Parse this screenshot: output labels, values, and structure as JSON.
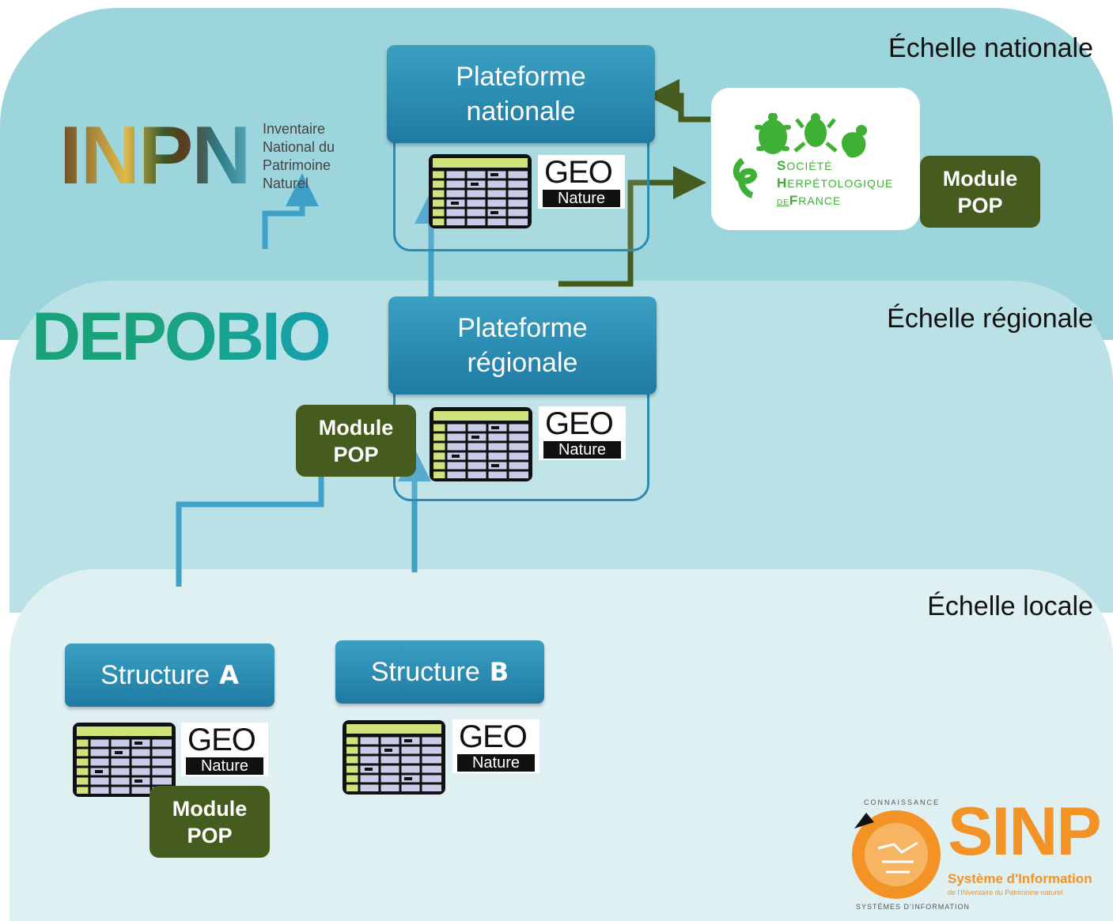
{
  "scales": {
    "national": "Échelle nationale",
    "regional": "Échelle régionale",
    "local": "Échelle locale"
  },
  "platforms": {
    "national": {
      "line1": "Plateforme",
      "line2": "nationale"
    },
    "regional": {
      "line1": "Plateforme",
      "line2": "régionale"
    }
  },
  "geonature": {
    "top": "GEO",
    "bottom": "Nature"
  },
  "module_pop": {
    "line1": "Module",
    "line2": "POP"
  },
  "structures": {
    "a": {
      "label": "Structure",
      "letter": "A"
    },
    "b": {
      "label": "Structure",
      "letter": "B"
    }
  },
  "inpn": {
    "letters": "INPN",
    "line1": "Inventaire",
    "line2": "National du",
    "line3": "Patrimoine",
    "line4": "Naturel"
  },
  "depobio": {
    "text": "DEPOBIO"
  },
  "shf": {
    "line1_initial": "S",
    "line1_rest": "OCIÉTÉ",
    "line2_initial": "H",
    "line2_rest": "ERPÉTOLOGIQUE",
    "line3_prefix": "DE",
    "line3_initial": "F",
    "line3_rest": "RANCE"
  },
  "sinp": {
    "title": "SINP",
    "subtitle": "Système d'Information",
    "tagline": "de l'INventaire du Patrimoine naturel",
    "ring_top": "CONNAISSANCE",
    "ring_bottom": "SYSTÈMES D'INFORMATION"
  },
  "colors": {
    "national_band": "#9dd5dc",
    "regional_band": "#b9e1e6",
    "local_band": "#dff0f3",
    "platform_blue": "#2685b0",
    "flow_blue": "#3fa0c8",
    "module_green": "#465c1e",
    "sinp_orange": "#f39325",
    "shf_green": "#3eb135"
  }
}
